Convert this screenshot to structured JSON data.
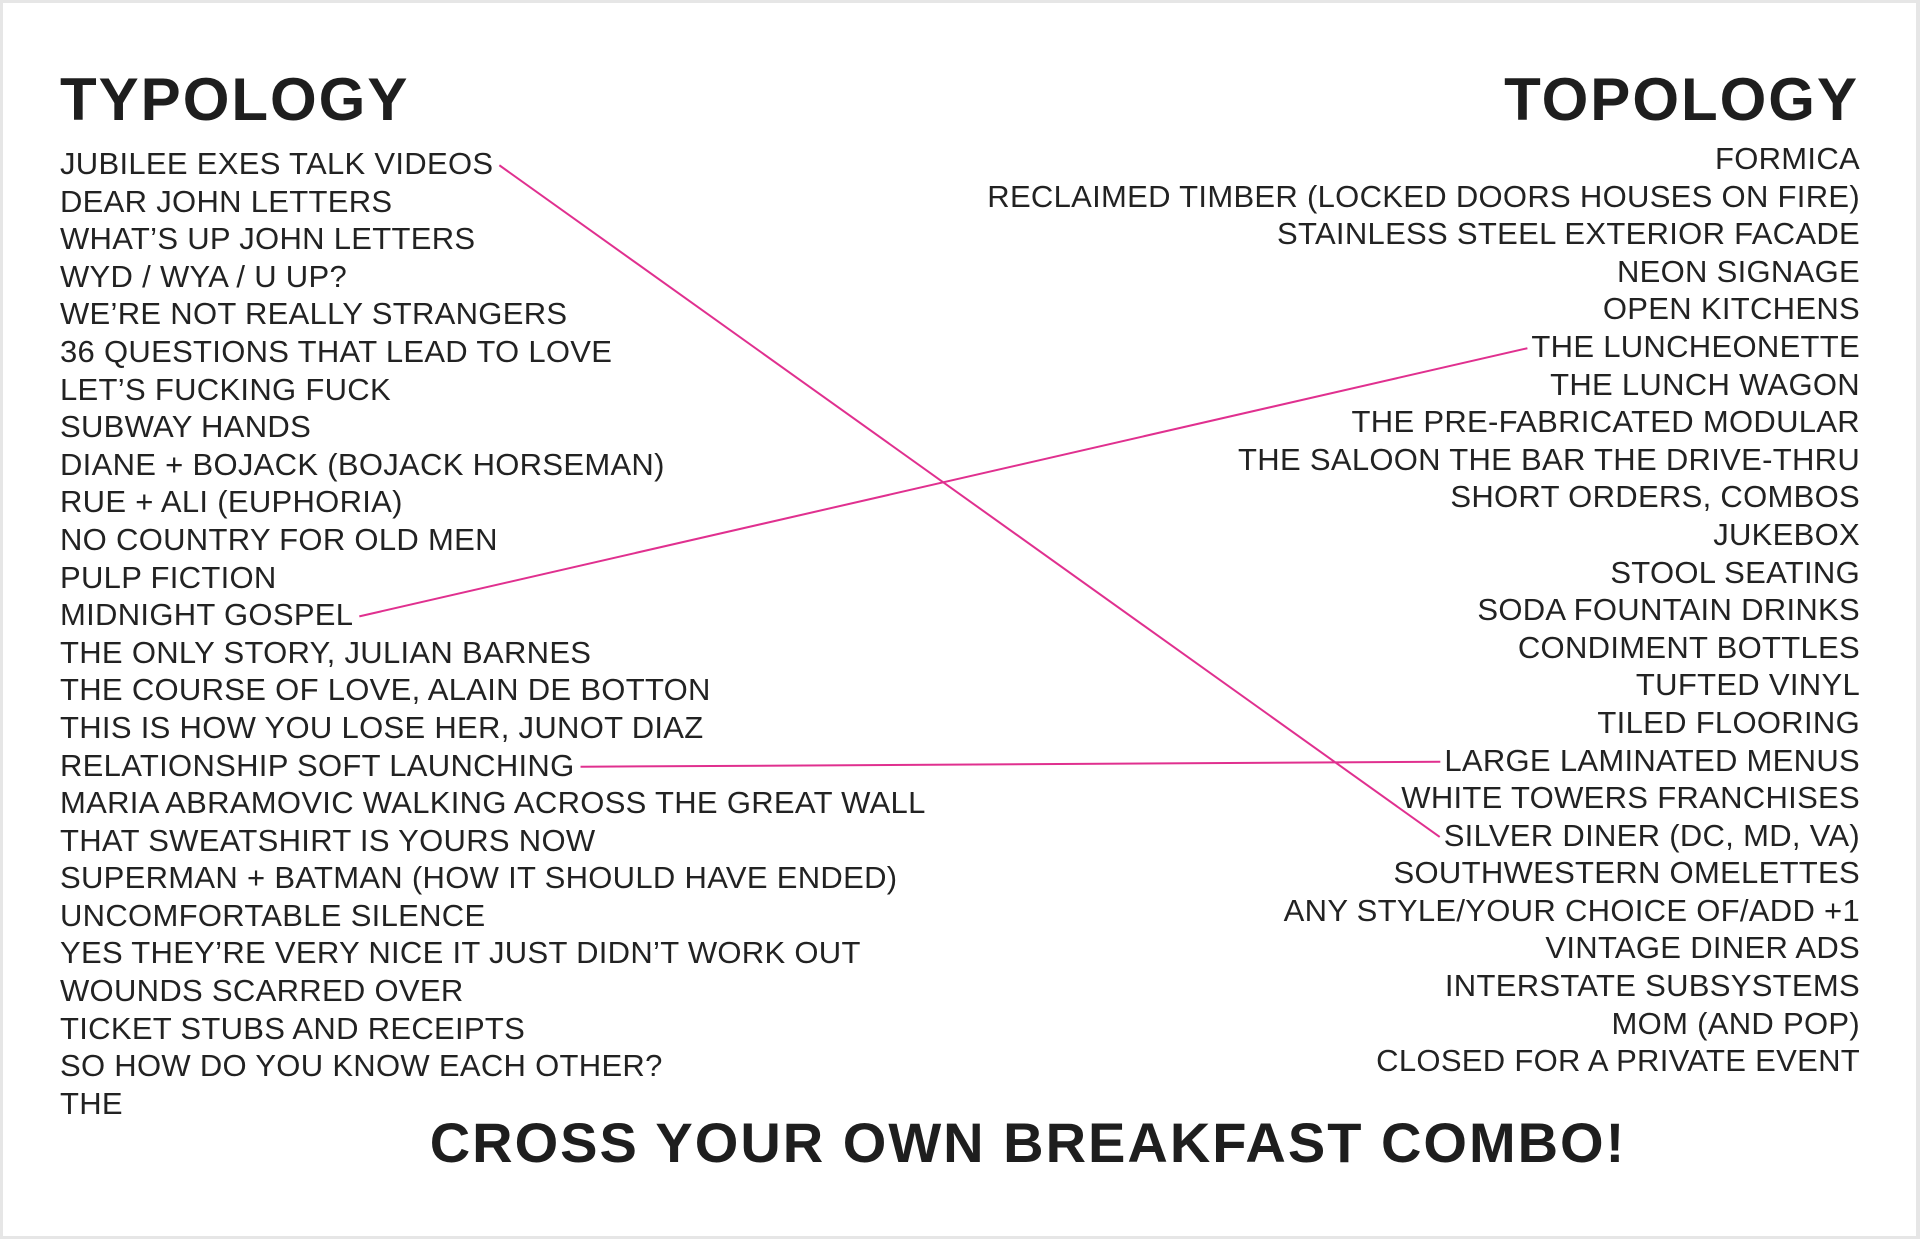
{
  "typology": {
    "heading": "TYPOLOGY",
    "items": [
      "JUBILEE EXES TALK VIDEOS",
      "DEAR JOHN LETTERS",
      "WHAT’S UP JOHN LETTERS",
      "WYD / WYA / U UP?",
      "WE’RE NOT REALLY STRANGERS",
      "36 QUESTIONS THAT LEAD TO LOVE",
      "LET’S FUCKING FUCK",
      "SUBWAY HANDS",
      "DIANE + BOJACK (BOJACK HORSEMAN)",
      "RUE + ALI (EUPHORIA)",
      "NO COUNTRY FOR OLD MEN",
      "PULP FICTION",
      "MIDNIGHT GOSPEL",
      "THE ONLY STORY, JULIAN BARNES",
      "THE COURSE OF LOVE, ALAIN DE BOTTON",
      "THIS IS HOW YOU LOSE HER, JUNOT DIAZ",
      "RELATIONSHIP SOFT LAUNCHING",
      "MARIA ABRAMOVIC WALKING ACROSS THE GREAT WALL",
      "THAT SWEATSHIRT IS YOURS NOW",
      "SUPERMAN + BATMAN (HOW IT SHOULD HAVE ENDED)",
      "UNCOMFORTABLE SILENCE",
      "YES THEY’RE VERY NICE IT JUST DIDN’T WORK OUT",
      "WOUNDS SCARRED OVER",
      "TICKET STUBS AND RECEIPTS",
      "SO HOW DO YOU KNOW EACH OTHER?",
      "THE"
    ]
  },
  "topology": {
    "heading": "TOPOLOGY",
    "items": [
      "FORMICA",
      "RECLAIMED TIMBER  (LOCKED DOORS HOUSES ON FIRE)",
      "STAINLESS STEEL EXTERIOR FACADE",
      "NEON SIGNAGE",
      "OPEN KITCHENS",
      "THE LUNCHEONETTE",
      "THE LUNCH WAGON",
      "THE PRE-FABRICATED MODULAR",
      "THE SALOON THE BAR THE DRIVE-THRU",
      "SHORT ORDERS, COMBOS",
      "JUKEBOX",
      "STOOL SEATING",
      "SODA FOUNTAIN DRINKS",
      "CONDIMENT BOTTLES",
      "TUFTED VINYL",
      "TILED FLOORING",
      "LARGE LAMINATED MENUS",
      "WHITE TOWERS FRANCHISES",
      "SILVER DINER (DC, MD, VA)",
      "SOUTHWESTERN OMELETTES",
      "ANY STYLE/YOUR CHOICE OF/ADD +1",
      "VINTAGE DINER ADS",
      "INTERSTATE SUBSYSTEMS",
      "MOM (AND POP)",
      "CLOSED FOR A PRIVATE EVENT"
    ]
  },
  "connections": [
    {
      "from": "JUBILEE EXES TALK VIDEOS",
      "to": "SILVER DINER (DC, MD, VA)"
    },
    {
      "from": "MIDNIGHT GOSPEL",
      "to": "THE LUNCHEONETTE"
    },
    {
      "from": "RELATIONSHIP SOFT LAUNCHING",
      "to": "LARGE LAMINATED MENUS"
    }
  ],
  "colors": {
    "connector": "#e0308f",
    "text": "#1e1e1e",
    "background": "#ffffff"
  },
  "footer": {
    "title": "CROSS YOUR OWN BREAKFAST COMBO!"
  }
}
